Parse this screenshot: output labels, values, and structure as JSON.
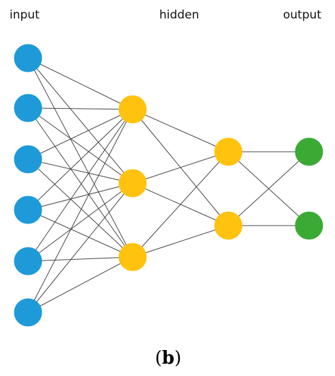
{
  "labels": {
    "input": "input",
    "hidden": "hidden",
    "output": "output"
  },
  "caption": {
    "open": "(",
    "letter": "b",
    "close": ")"
  },
  "colors": {
    "input_node": "#1E9AD8",
    "hidden_node": "#FFC20E",
    "output_node": "#3BAA35",
    "edge": "#444444"
  },
  "network": {
    "layers": [
      {
        "name": "input",
        "size": 6,
        "color": "input_node"
      },
      {
        "name": "hidden-1",
        "size": 3,
        "color": "hidden_node"
      },
      {
        "name": "hidden-2",
        "size": 2,
        "color": "hidden_node"
      },
      {
        "name": "output",
        "size": 2,
        "color": "output_node"
      }
    ],
    "connections": "fully-connected"
  }
}
